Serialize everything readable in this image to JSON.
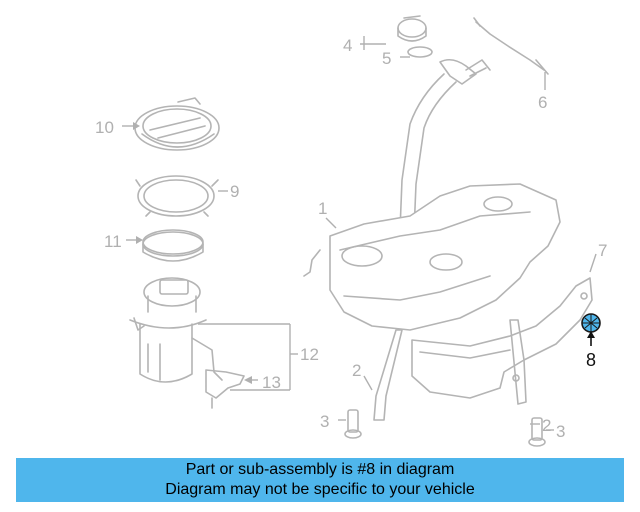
{
  "diagram": {
    "callouts": [
      "1",
      "2",
      "3",
      "4",
      "5",
      "6",
      "7",
      "8",
      "9",
      "10",
      "11",
      "12",
      "13"
    ],
    "highlighted_callout": "8",
    "highlight_color": "#4fb6ec",
    "part_line_color": "#b4b4b4"
  },
  "banner": {
    "line1": "Part or sub-assembly is #8 in diagram",
    "line2": "Diagram may not be specific to your vehicle",
    "background": "#4fb6ec"
  }
}
